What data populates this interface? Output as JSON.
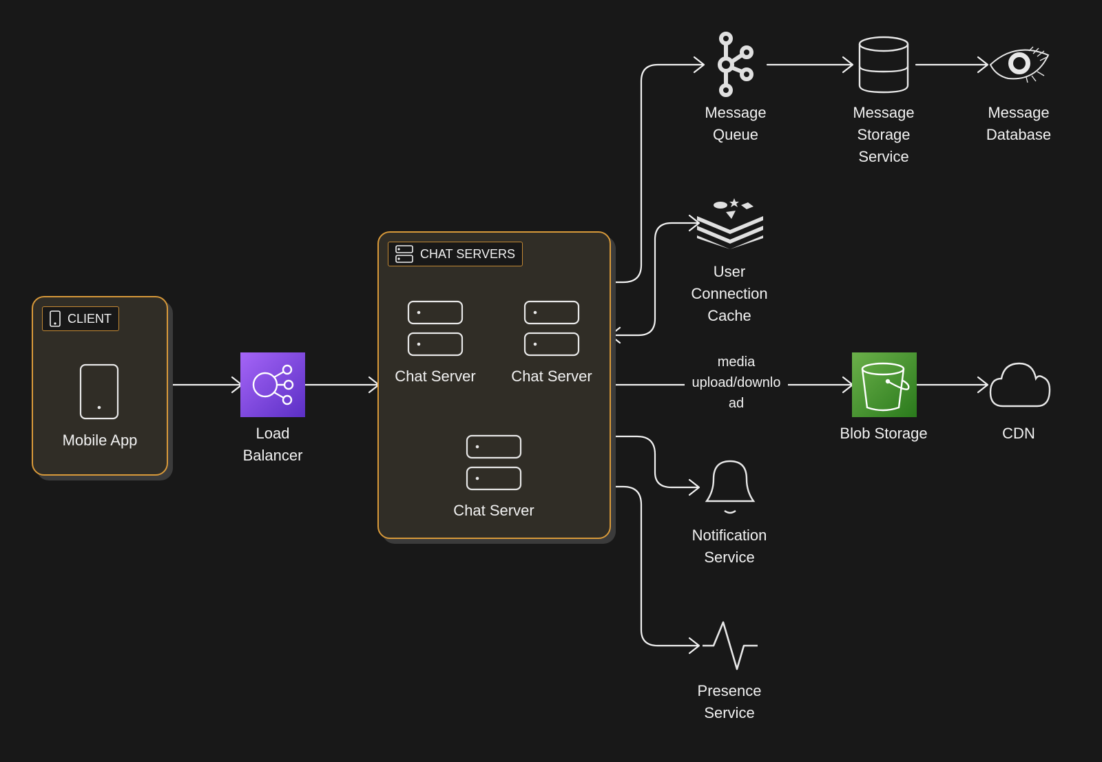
{
  "diagram": {
    "title": "Chat System Architecture",
    "colors": {
      "background": "#181818",
      "group_fill": "#302d26",
      "group_border": "#d99a3a",
      "stroke": "#f2f2f2",
      "load_balancer": "#7b46e0",
      "blob_storage": "#3f8f26"
    },
    "groups": {
      "client": {
        "tag": "CLIENT",
        "tag_icon": "mobile-icon"
      },
      "chat_servers": {
        "tag": "CHAT SERVERS",
        "tag_icon": "server-icon"
      }
    },
    "nodes": {
      "mobile_app": {
        "label": "Mobile App",
        "icon": "mobile-icon"
      },
      "load_balancer": {
        "label_line1": "Load",
        "label_line2": "Balancer",
        "icon": "load-balancer-icon"
      },
      "chat_server_1": {
        "label": "Chat Server",
        "icon": "server-icon"
      },
      "chat_server_2": {
        "label": "Chat Server",
        "icon": "server-icon"
      },
      "chat_server_3": {
        "label": "Chat Server",
        "icon": "server-icon"
      },
      "message_queue": {
        "label_line1": "Message",
        "label_line2": "Queue",
        "icon": "kafka-icon"
      },
      "message_storage": {
        "label_line1": "Message",
        "label_line2": "Storage",
        "label_line3": "Service",
        "icon": "database-icon"
      },
      "message_database": {
        "label_line1": "Message",
        "label_line2": "Database",
        "icon": "cassandra-eye-icon"
      },
      "user_cache": {
        "label_line1": "User",
        "label_line2": "Connection",
        "label_line3": "Cache",
        "icon": "redis-icon"
      },
      "blob_storage": {
        "label": "Blob Storage",
        "icon": "bucket-icon"
      },
      "cdn": {
        "label": "CDN",
        "icon": "cloud-icon"
      },
      "notification": {
        "label_line1": "Notification",
        "label_line2": "Service",
        "icon": "bell-icon"
      },
      "presence": {
        "label_line1": "Presence",
        "label_line2": "Service",
        "icon": "pulse-icon"
      }
    },
    "edges": [
      {
        "from": "Mobile App",
        "to": "Load Balancer"
      },
      {
        "from": "Load Balancer",
        "to": "Chat Servers"
      },
      {
        "from": "Chat Servers",
        "to": "Message Queue"
      },
      {
        "from": "Message Queue",
        "to": "Message Storage Service"
      },
      {
        "from": "Message Storage Service",
        "to": "Message Database"
      },
      {
        "from": "Chat Servers",
        "to": "User Connection Cache",
        "bidirectional": true
      },
      {
        "from": "Chat Servers",
        "to": "Blob Storage",
        "label": "media upload/download"
      },
      {
        "from": "Blob Storage",
        "to": "CDN"
      },
      {
        "from": "Chat Servers",
        "to": "Notification Service"
      },
      {
        "from": "Chat Servers",
        "to": "Presence Service"
      }
    ],
    "edge_labels": {
      "media_line1": "media",
      "media_line2": "upload/downlo",
      "media_line3": "ad"
    }
  }
}
